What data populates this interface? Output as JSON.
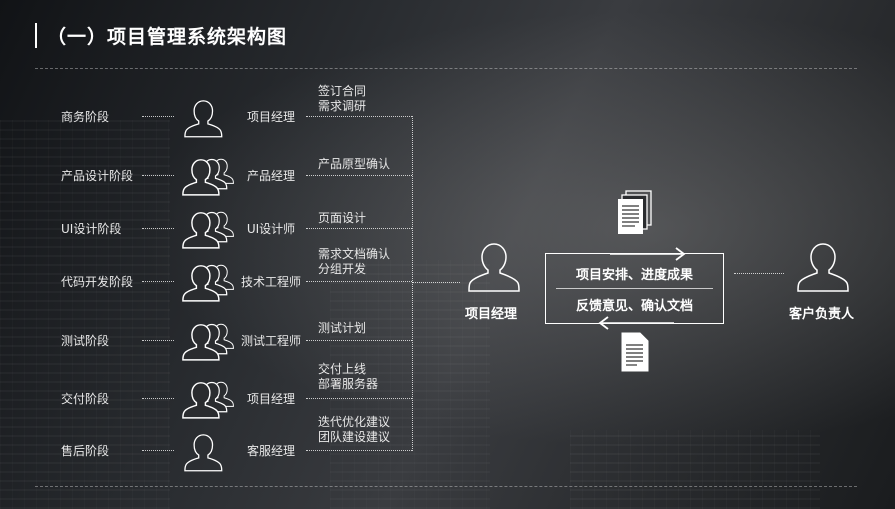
{
  "title": "（一）项目管理系统架构图",
  "stages": [
    {
      "stage": "商务阶段",
      "role": "项目经理",
      "tasks": [
        "签订合同",
        "需求调研"
      ],
      "icon": "single-person-icon"
    },
    {
      "stage": "产品设计阶段",
      "role": "产品经理",
      "tasks": [
        "产品原型确认"
      ],
      "icon": "group-icon"
    },
    {
      "stage": "UI设计阶段",
      "role": "UI设计师",
      "tasks": [
        "页面设计"
      ],
      "icon": "group-icon"
    },
    {
      "stage": "代码开发阶段",
      "role": "技术工程师",
      "tasks": [
        "需求文档确认",
        "分组开发"
      ],
      "icon": "group-icon"
    },
    {
      "stage": "测试阶段",
      "role": "测试工程师",
      "tasks": [
        "测试计划"
      ],
      "icon": "group-icon"
    },
    {
      "stage": "交付阶段",
      "role": "项目经理",
      "tasks": [
        "交付上线",
        "部署服务器"
      ],
      "icon": "group-icon"
    },
    {
      "stage": "售后阶段",
      "role": "客服经理",
      "tasks": [
        "迭代优化建议",
        "团队建设建议"
      ],
      "icon": "single-person-icon"
    }
  ],
  "center": {
    "label": "项目经理",
    "icon": "person-icon"
  },
  "flow": {
    "top": "项目安排、进度成果",
    "bottom": "反馈意见、确认文档"
  },
  "client": {
    "label": "客户负责人",
    "icon": "person-icon"
  },
  "colors": {
    "background": "#1e2124",
    "text": "#ffffff"
  }
}
